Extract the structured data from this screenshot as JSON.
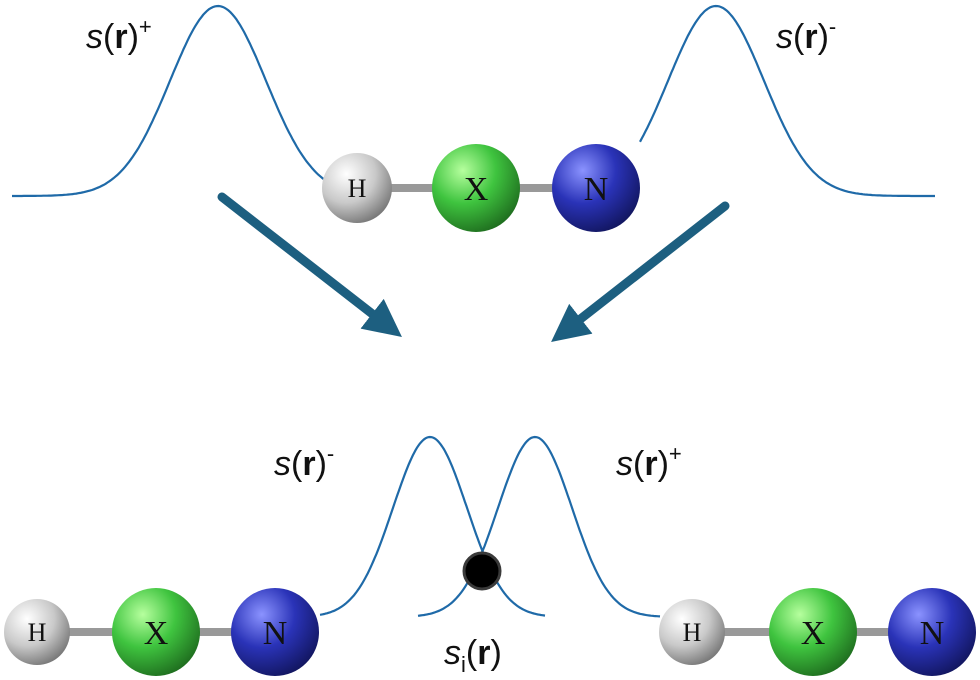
{
  "labels": {
    "top_left": {
      "fn": "s",
      "arg": "r",
      "sign": "+"
    },
    "top_right": {
      "fn": "s",
      "arg": "r",
      "sign": "-"
    },
    "bottom_left": {
      "fn": "s",
      "arg": "r",
      "sign": "-"
    },
    "bottom_right": {
      "fn": "s",
      "arg": "r",
      "sign": "+"
    },
    "intersection": {
      "fn": "s",
      "sub": "i",
      "arg": "r"
    }
  },
  "molecule": {
    "atoms": [
      "H",
      "X",
      "N"
    ]
  },
  "colors": {
    "curve": "#1f6aa8",
    "arrow": "#1d5f80",
    "bond": "#999999",
    "atom_h": "#d8d8d8",
    "atom_x": "#3fbf3f",
    "atom_n": "#2a33a8",
    "point": "#000000"
  }
}
